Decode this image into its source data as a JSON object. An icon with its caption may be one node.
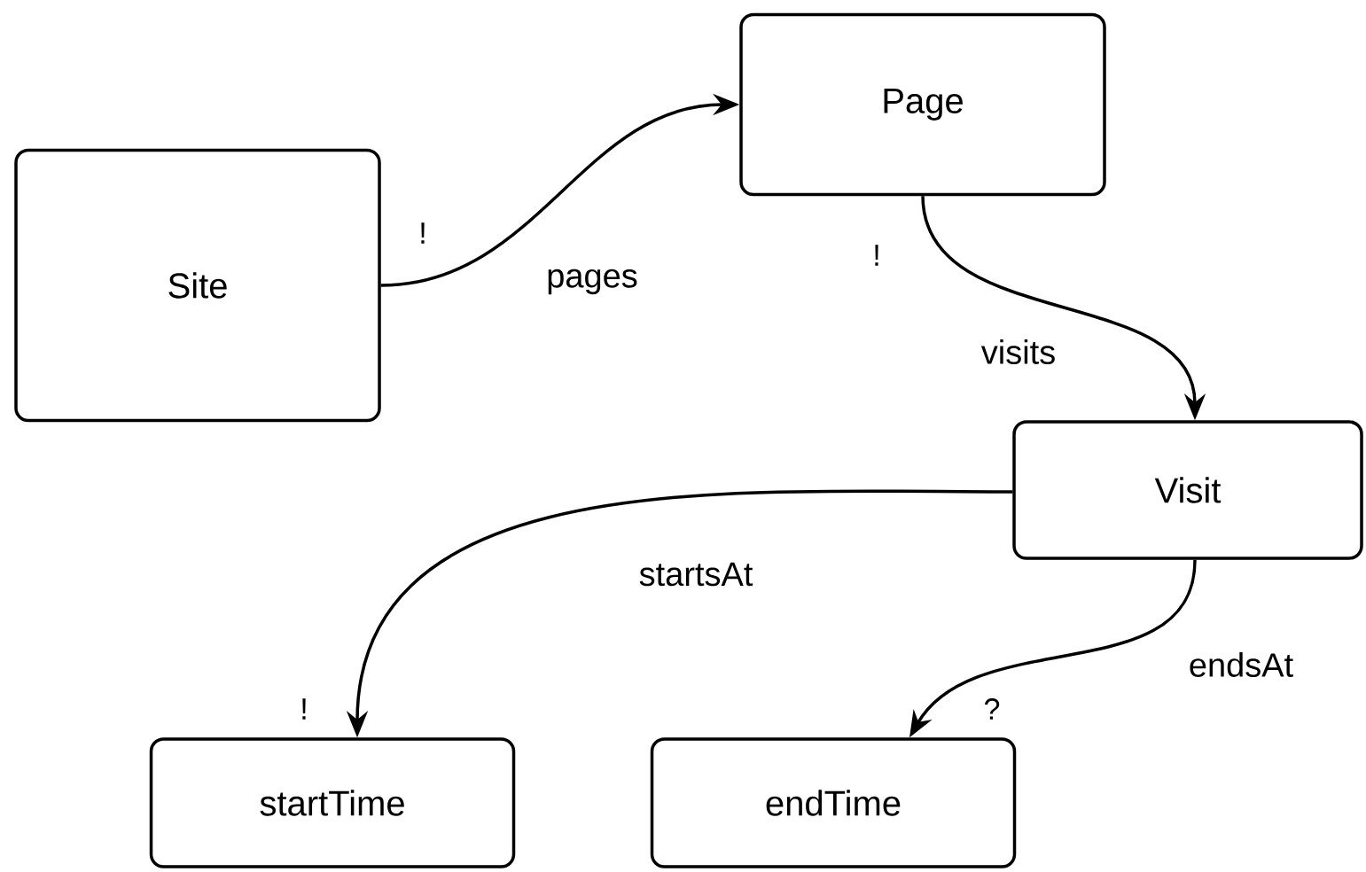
{
  "diagram": {
    "nodes": [
      {
        "text": [
          "Site"
        ]
      },
      {
        "text": [
          "Page"
        ]
      },
      {
        "text": [
          "Visit"
        ]
      },
      {
        "text": [
          "startTime"
        ]
      },
      {
        "text": [
          "endTime"
        ]
      }
    ],
    "edges": [
      {
        "from": 0,
        "to": 1,
        "arrow": "to",
        "label": "pages"
      },
      {
        "from": 1,
        "to": 2,
        "arrow": "to",
        "label": "visits"
      },
      {
        "from": 2,
        "to": 3,
        "arrow": "to",
        "label": "startsAt"
      },
      {
        "from": 2,
        "to": 4,
        "arrow": "to",
        "label": "endsAt"
      }
    ],
    "labels": [
      "!",
      "!",
      "!",
      "?"
    ]
  }
}
